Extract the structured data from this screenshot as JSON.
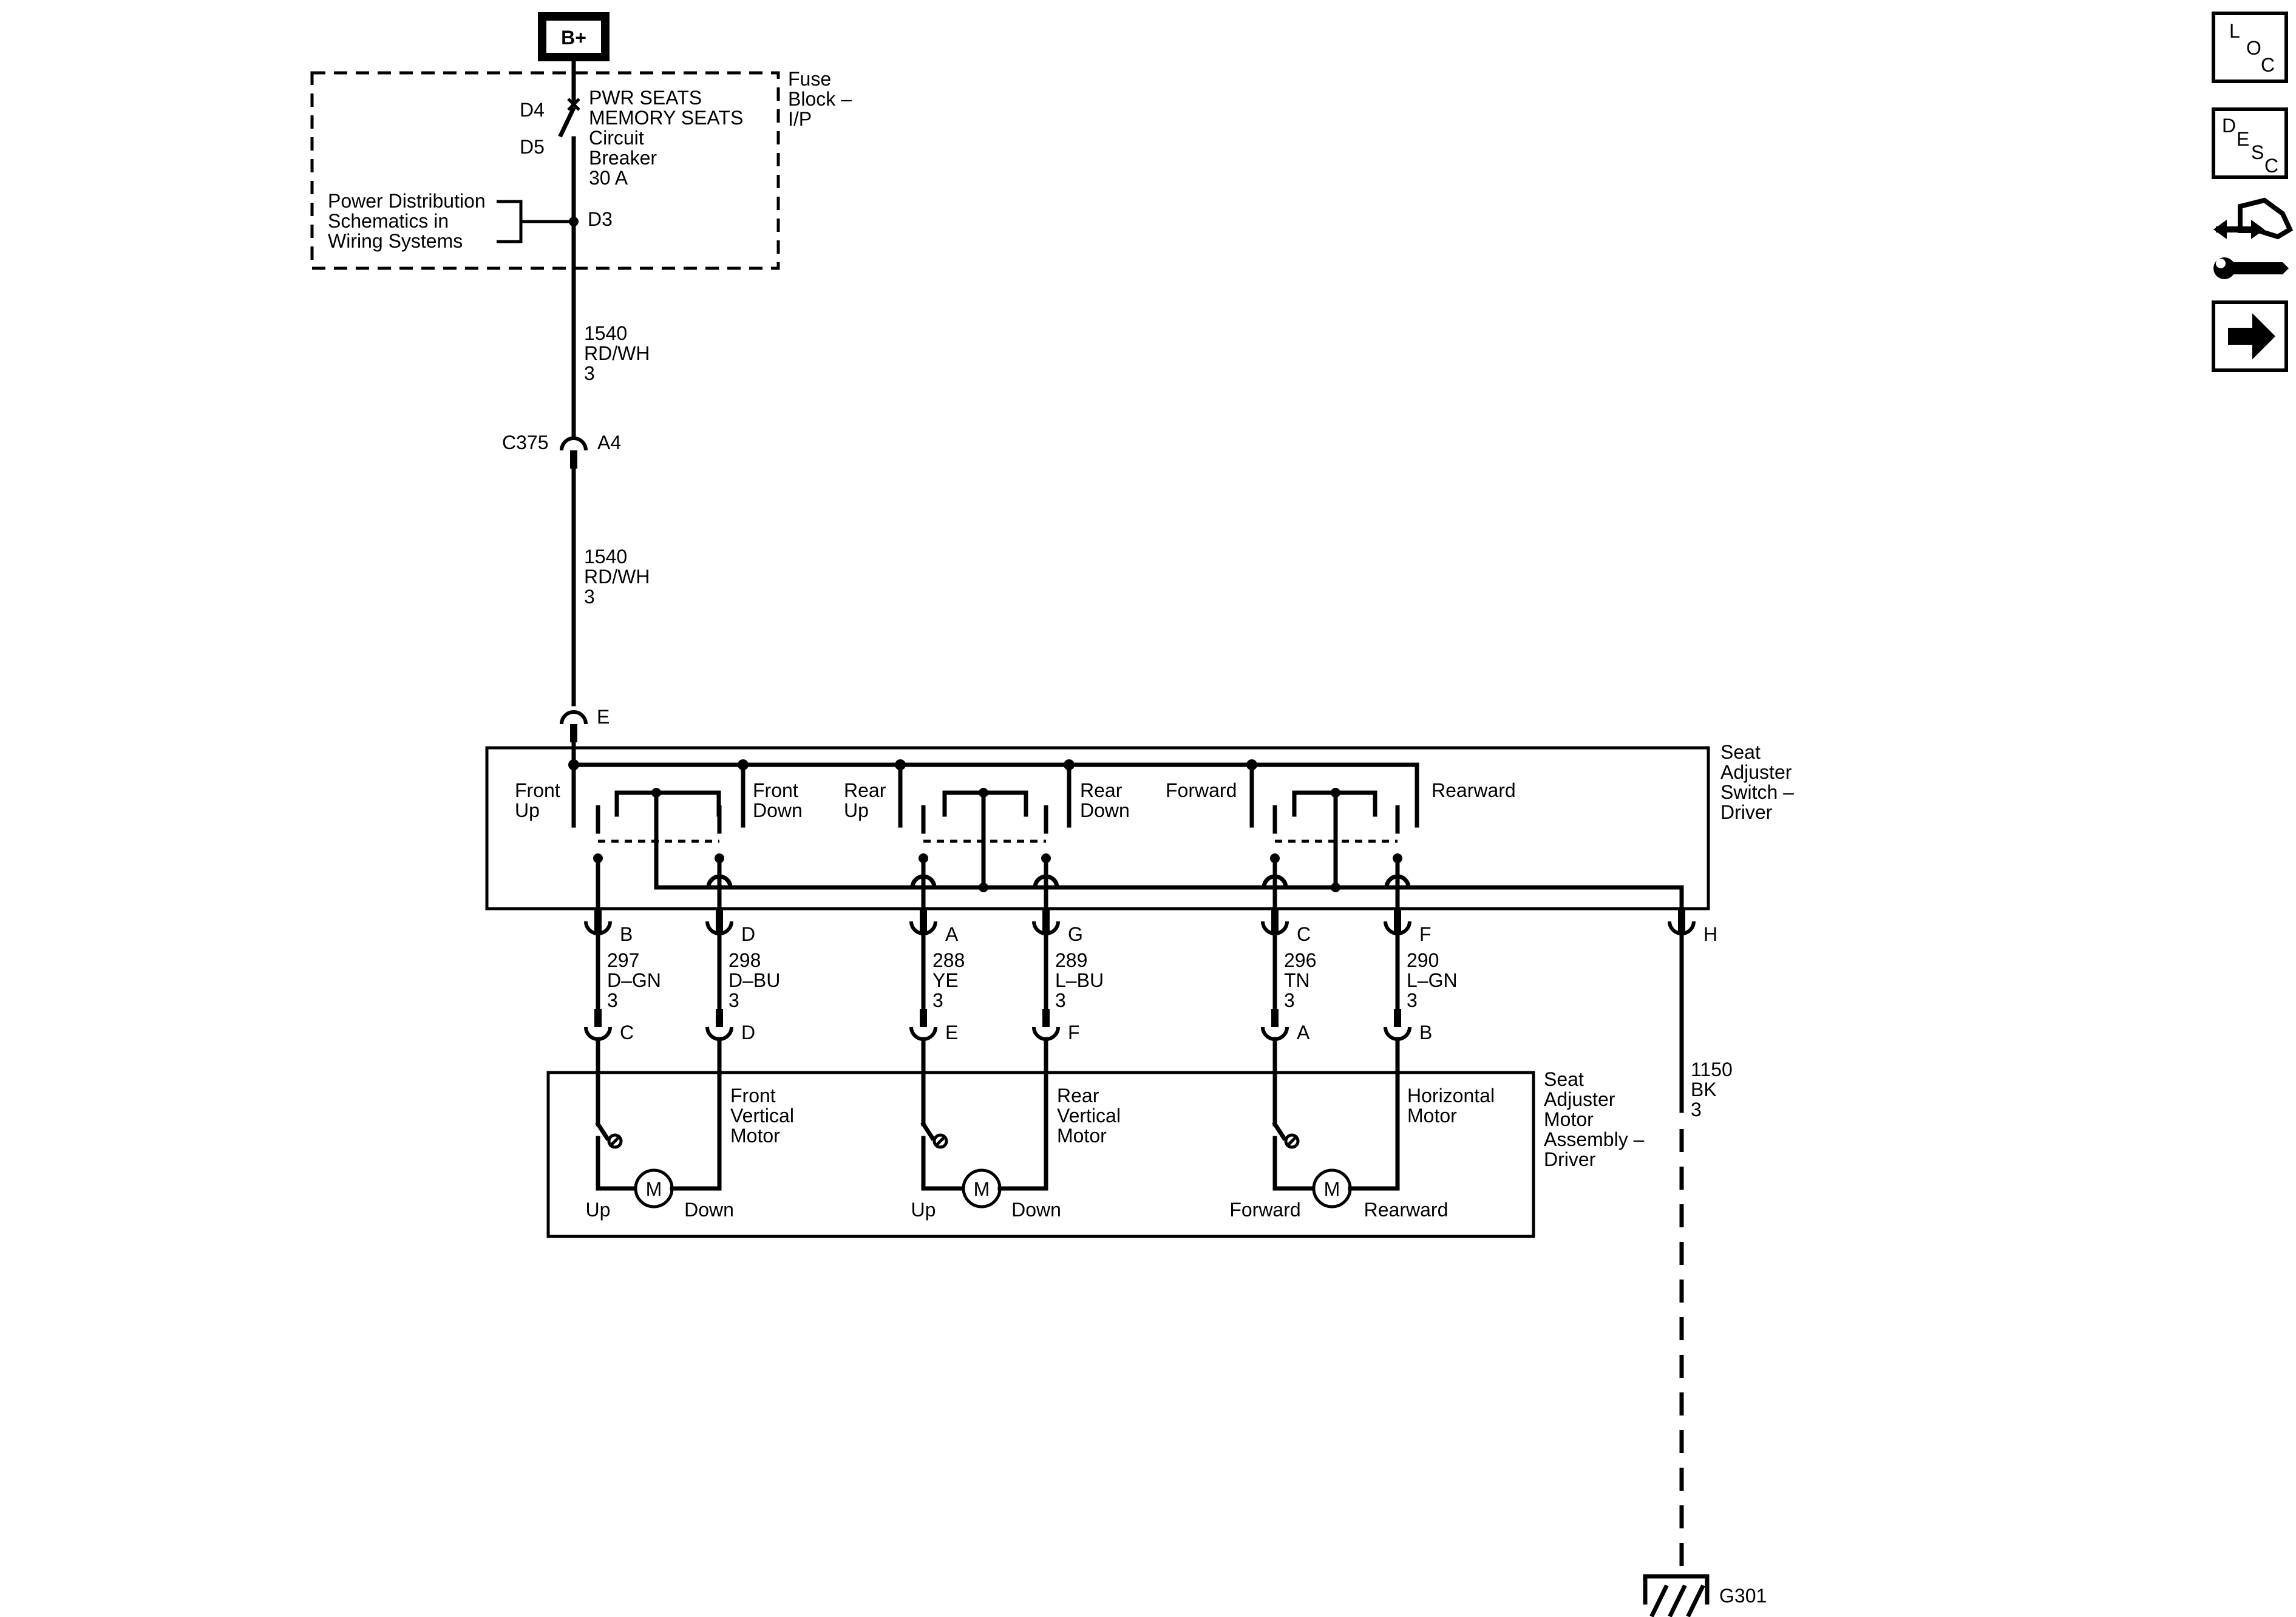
{
  "power": {
    "source": "B+",
    "fuse_block": {
      "label": [
        "Fuse",
        "Block –",
        "I/P"
      ],
      "pin_in": "D4",
      "pin_out": "D5",
      "pin_feed": "D3",
      "breaker": [
        "PWR SEATS",
        "MEMORY SEATS",
        "Circuit",
        "Breaker",
        "30 A"
      ]
    },
    "reference": [
      "Power Distribution",
      "Schematics in",
      "Wiring Systems"
    ]
  },
  "feed_wires": [
    {
      "circuit": "1540",
      "color": "RD/WH",
      "size": "3"
    },
    {
      "circuit": "1540",
      "color": "RD/WH",
      "size": "3"
    }
  ],
  "inline_connector": {
    "name": "C375",
    "pin": "A4"
  },
  "switch": {
    "name": [
      "Seat",
      "Adjuster",
      "Switch –",
      "Driver"
    ],
    "input_pin": "E",
    "ground_pin": "H",
    "labels": {
      "front_up": [
        "Front",
        "Up"
      ],
      "front_down": [
        "Front",
        "Down"
      ],
      "rear_up": [
        "Rear",
        "Up"
      ],
      "rear_down": [
        "Rear",
        "Down"
      ],
      "forward": "Forward",
      "rearward": "Rearward"
    },
    "output_pins": [
      "B",
      "D",
      "A",
      "G",
      "C",
      "F"
    ]
  },
  "motor_wires": [
    {
      "circuit": "297",
      "color": "D–GN",
      "size": "3",
      "motor_pin": "C"
    },
    {
      "circuit": "298",
      "color": "D–BU",
      "size": "3",
      "motor_pin": "D"
    },
    {
      "circuit": "288",
      "color": "YE",
      "size": "3",
      "motor_pin": "E"
    },
    {
      "circuit": "289",
      "color": "L–BU",
      "size": "3",
      "motor_pin": "F"
    },
    {
      "circuit": "296",
      "color": "TN",
      "size": "3",
      "motor_pin": "A"
    },
    {
      "circuit": "290",
      "color": "L–GN",
      "size": "3",
      "motor_pin": "B"
    }
  ],
  "motor_assembly": {
    "name": [
      "Seat",
      "Adjuster",
      "Motor",
      "Assembly –",
      "Driver"
    ],
    "motors": [
      {
        "name": [
          "Front",
          "Vertical",
          "Motor"
        ],
        "left": "Up",
        "right": "Down",
        "symbol": "M"
      },
      {
        "name": [
          "Rear",
          "Vertical",
          "Motor"
        ],
        "left": "Up",
        "right": "Down",
        "symbol": "M"
      },
      {
        "name": [
          "Horizontal",
          "Motor"
        ],
        "left": "Forward",
        "right": "Rearward",
        "symbol": "M"
      }
    ]
  },
  "ground_wire": {
    "circuit": "1150",
    "color": "BK",
    "size": "3"
  },
  "ground": "G301",
  "nav": {
    "loc": [
      "L",
      "O",
      "C"
    ],
    "desc": [
      "D",
      "E",
      "S",
      "C"
    ],
    "icons": [
      "connector-repair-icon",
      "next-arrow-icon"
    ]
  }
}
